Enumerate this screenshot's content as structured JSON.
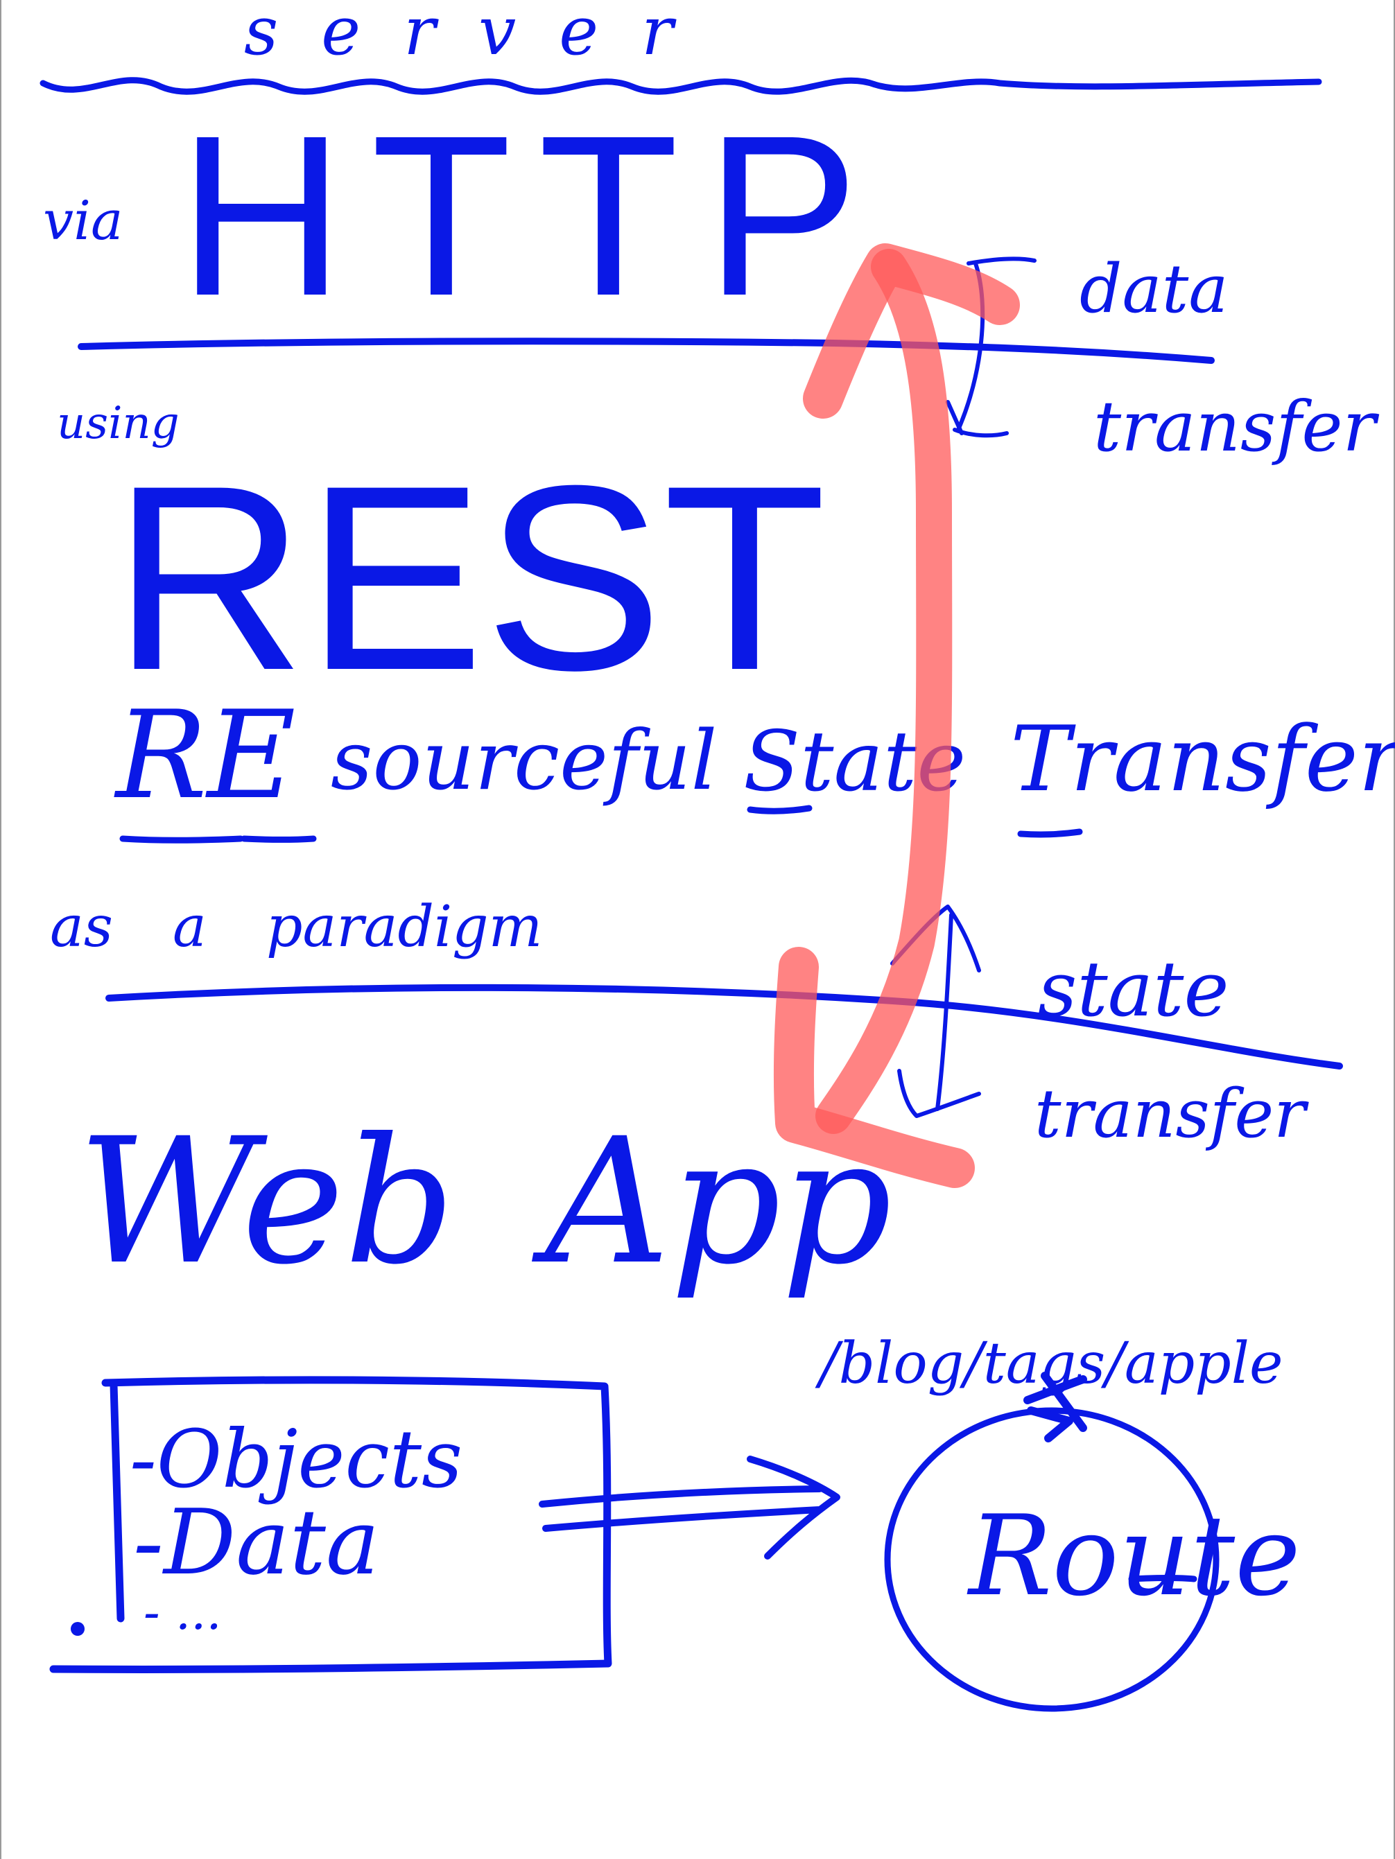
{
  "colors": {
    "ink_blue": "#0a18e6",
    "highlight_red": "#ff5a5a",
    "background": "#ffffff"
  },
  "sections": {
    "server": {
      "label": "server"
    },
    "http": {
      "prefix": "via",
      "label": "HTTP"
    },
    "rest": {
      "prefix": "using",
      "label": "REST",
      "expansion": {
        "re": "RE",
        "source": "sourceful",
        "state": "State",
        "transfer": "Transfer"
      },
      "suffix": "as a paradigm"
    },
    "webapp": {
      "label": "Web App"
    }
  },
  "annotations": {
    "data_transfer": {
      "line1": "data",
      "line2": "transfer"
    },
    "state_transfer": {
      "line1": "state",
      "line2": "transfer"
    }
  },
  "box": {
    "items": [
      "-Objects",
      "-Data",
      "- ..."
    ]
  },
  "route": {
    "path": "/blog/tags/apple",
    "label": "Route"
  }
}
